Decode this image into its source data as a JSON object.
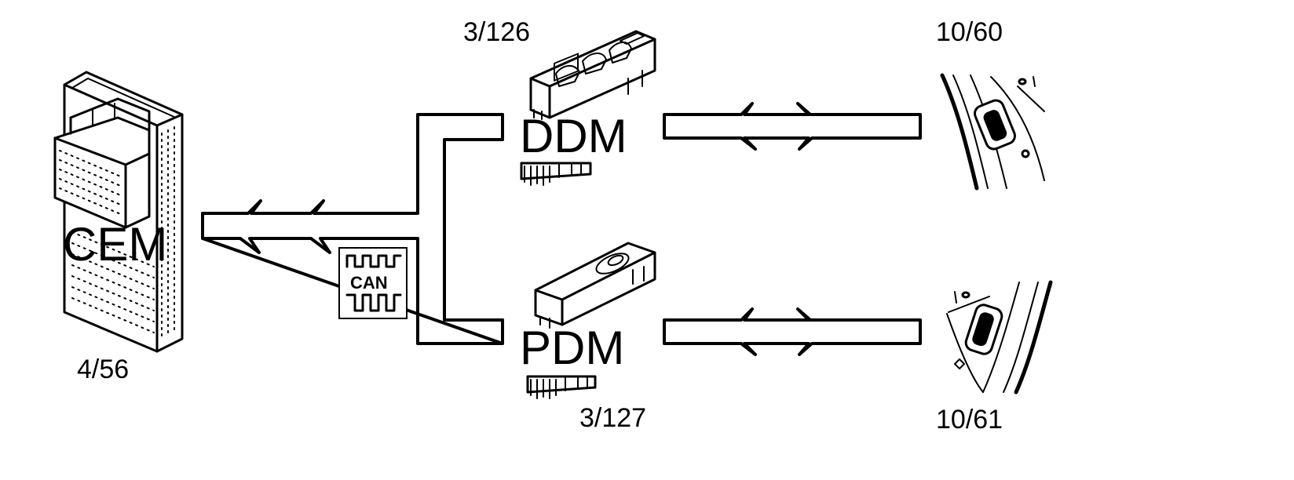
{
  "modules": {
    "cem": {
      "name": "CEM",
      "ref": "4/56"
    },
    "ddm": {
      "name": "DDM",
      "ref": "3/126"
    },
    "pdm": {
      "name": "PDM",
      "ref": "3/127"
    }
  },
  "mirrors": {
    "driver": {
      "ref": "10/60"
    },
    "passenger": {
      "ref": "10/61"
    }
  },
  "bus": {
    "label": "CAN"
  },
  "colors": {
    "ink": "#000000",
    "background": "#ffffff"
  }
}
